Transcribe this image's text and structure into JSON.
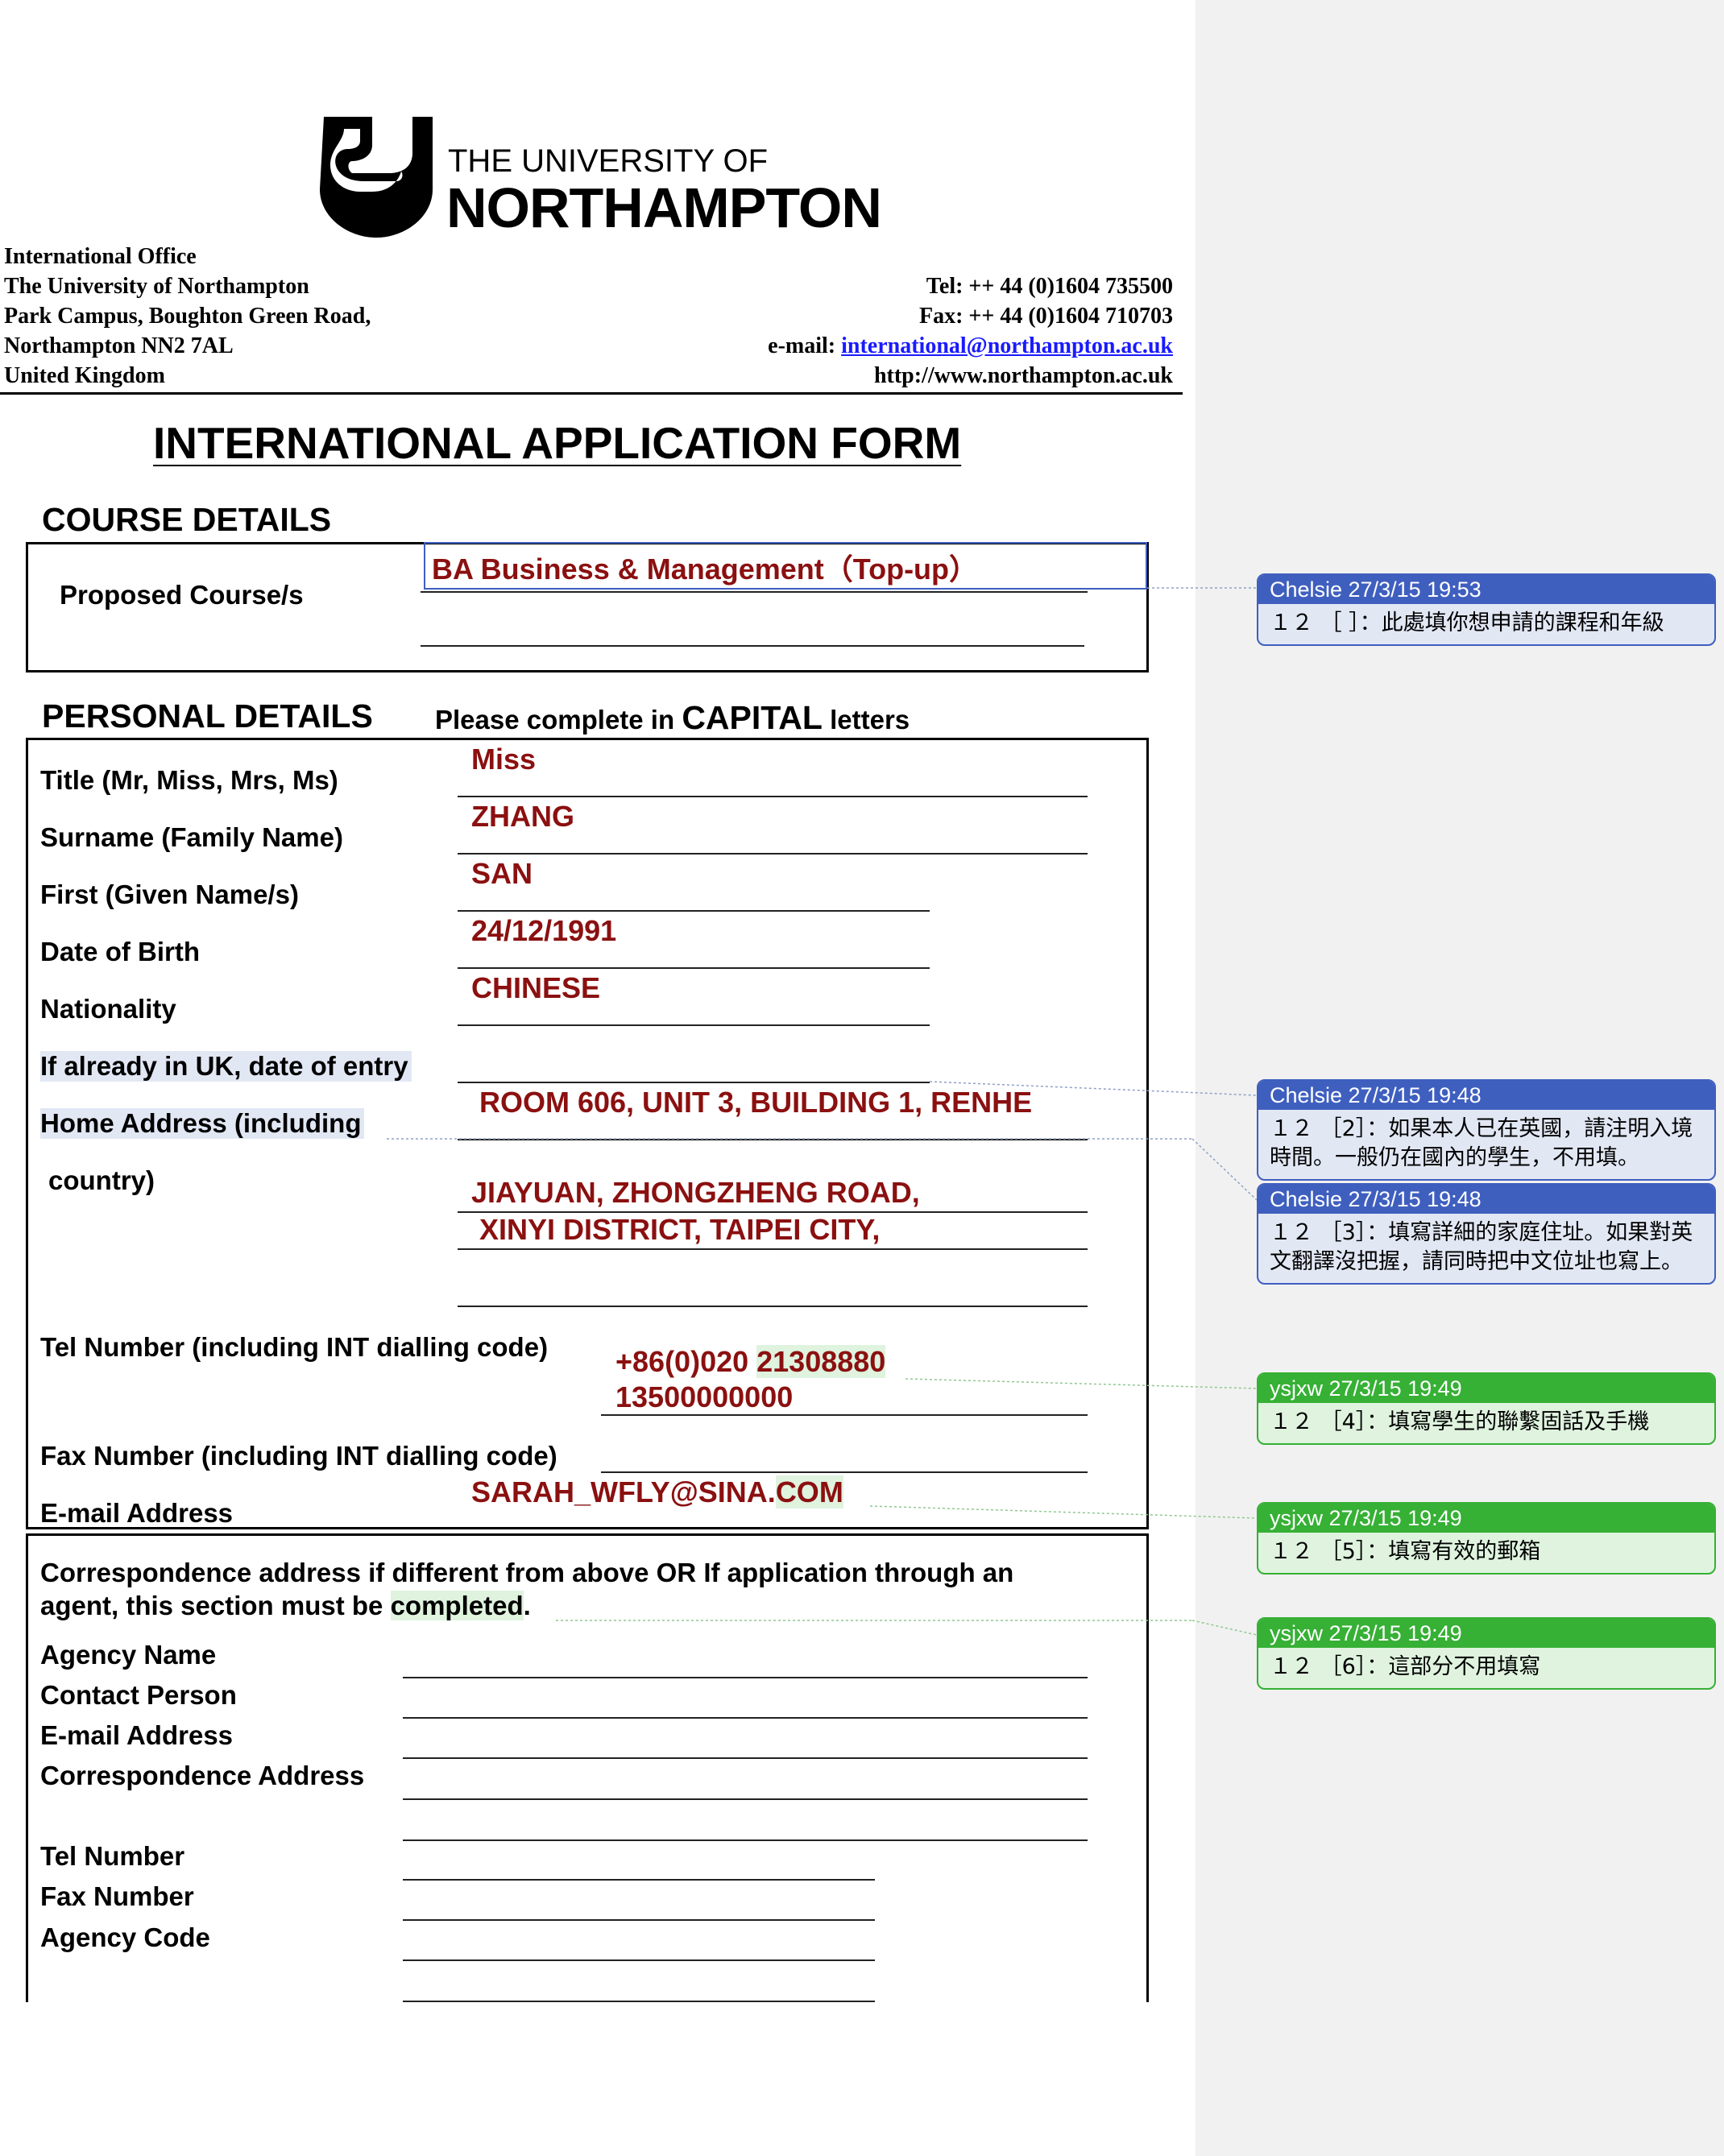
{
  "header": {
    "logo_line1": "THE UNIVERSITY OF",
    "logo_line2": "NORTHAMPTON",
    "address_left": [
      "International Office",
      "The University of Northampton",
      "Park Campus, Boughton Green Road,",
      "Northampton NN2 7AL",
      "United Kingdom"
    ],
    "tel": "Tel: ++ 44 (0)1604 735500",
    "fax": "Fax: ++ 44 (0)1604 710703",
    "email_label": "e-mail: ",
    "email": "international@northampton.ac.uk",
    "website": "http://www.northampton.ac.uk"
  },
  "form_title": "INTERNATIONAL APPLICATION FORM",
  "course": {
    "section": "COURSE DETAILS",
    "label": "Proposed Course/s",
    "value": "BA Business & Management（Top-up）"
  },
  "personal": {
    "section": "PERSONAL DETAILS",
    "note_prefix": "Please complete in ",
    "note_caps": "CAPITAL",
    "note_suffix": " letters",
    "title_label": "Title (Mr, Miss, Mrs, Ms)",
    "title_value": "Miss",
    "surname_label": "Surname (Family Name)",
    "surname_value": "ZHANG",
    "first_label": "First (Given Name/s)",
    "first_value": "SAN",
    "dob_label": "Date of Birth",
    "dob_value": "24/12/1991",
    "nationality_label": "Nationality",
    "nationality_value": "CHINESE",
    "uk_entry_label": "If already in UK, date of entry",
    "home_label_1": "Home Address (including",
    "home_label_2": "country)",
    "home_value_1": "ROOM 606, UNIT 3, BUILDING 1, RENHE",
    "home_value_2": "JIAYUAN, ZHONGZHENG ROAD,",
    "home_value_3": "XINYI DISTRICT, TAIPEI CITY,",
    "tel_label": "Tel Number (including INT dialling code)",
    "tel_value_1a": "+86(0)020 ",
    "tel_value_1b": "21308880",
    "tel_value_2": "13500000000",
    "fax_label": "Fax Number (including INT dialling code)",
    "email_label": "E-mail Address",
    "email_value_a": "SARAH_WFLY@SINA.",
    "email_value_b": "COM"
  },
  "correspondence": {
    "intro_1": "Correspondence address if different from above OR If application through an",
    "intro_2a": "agent, this section must be ",
    "intro_2b": "completed",
    "intro_2c": ".",
    "agency_name": "Agency Name",
    "contact_person": "Contact Person",
    "email": "E-mail Address",
    "address": "Correspondence Address",
    "tel": "Tel Number",
    "fax": "Fax Number",
    "agency_code": "Agency Code"
  },
  "comments": [
    {
      "author": "Chelsie 27/3/15 19:53",
      "text": "１２ ［ ］：此處填你想申請的課程和年級",
      "color": "#3f5fbf"
    },
    {
      "author": "Chelsie 27/3/15 19:48",
      "text": "１２ ［2］：如果本人已在英國，請注明入境時間。一般仍在國內的學生，不用填。",
      "color": "#3f5fbf"
    },
    {
      "author": "Chelsie 27/3/15 19:48",
      "text": "１２ ［3］：填寫詳細的家庭住址。如果對英文翻譯沒把握，請同時把中文位址也寫上。",
      "color": "#3f5fbf"
    },
    {
      "author": "ysjxw 27/3/15 19:49",
      "text": "１２ ［4］：填寫學生的聯繫固話及手機",
      "color": "#36b035"
    },
    {
      "author": "ysjxw 27/3/15 19:49",
      "text": "１２ ［5］：填寫有效的郵箱",
      "color": "#36b035"
    },
    {
      "author": "ysjxw 27/3/15 19:49",
      "text": "１２ ［6］：這部分不用填寫",
      "color": "#36b035"
    }
  ]
}
